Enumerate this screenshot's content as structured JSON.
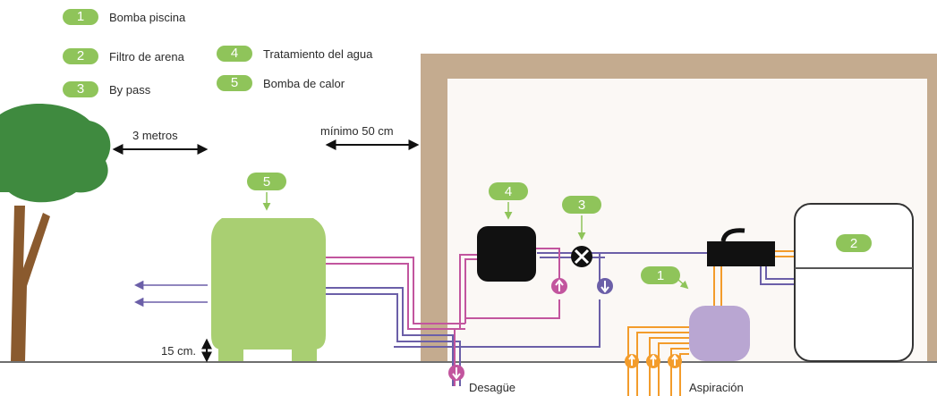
{
  "legend": [
    {
      "number": "1",
      "label": "Bomba piscina"
    },
    {
      "number": "2",
      "label": "Filtro de arena"
    },
    {
      "number": "3",
      "label": "By pass"
    },
    {
      "number": "4",
      "label": "Tratamiento del agua"
    },
    {
      "number": "5",
      "label": "Bomba de calor"
    }
  ],
  "dimensions": {
    "tree_distance": "3 metros",
    "wall_distance": "mínimo 50 cm",
    "ground_clearance": "15 cm."
  },
  "markers": {
    "heat_pump": "5",
    "water_treatment": "4",
    "bypass": "3",
    "pool_pump": "1",
    "sand_filter": "2"
  },
  "bottom_labels": {
    "drain": "Desagüe",
    "suction": "Aspiración"
  },
  "colors": {
    "badge_green": "#8fc45a",
    "heat_pump_green": "#a9cf72",
    "wall_beige": "#c4ab8f",
    "tree_green": "#3f8a3f",
    "trunk_brown": "#8a5a2e",
    "pipe_pink": "#c2559e",
    "pipe_purple": "#6b5fa8",
    "pipe_orange": "#f39c2b",
    "pump_lilac": "#b9a6d2",
    "valve_black": "#111111"
  }
}
